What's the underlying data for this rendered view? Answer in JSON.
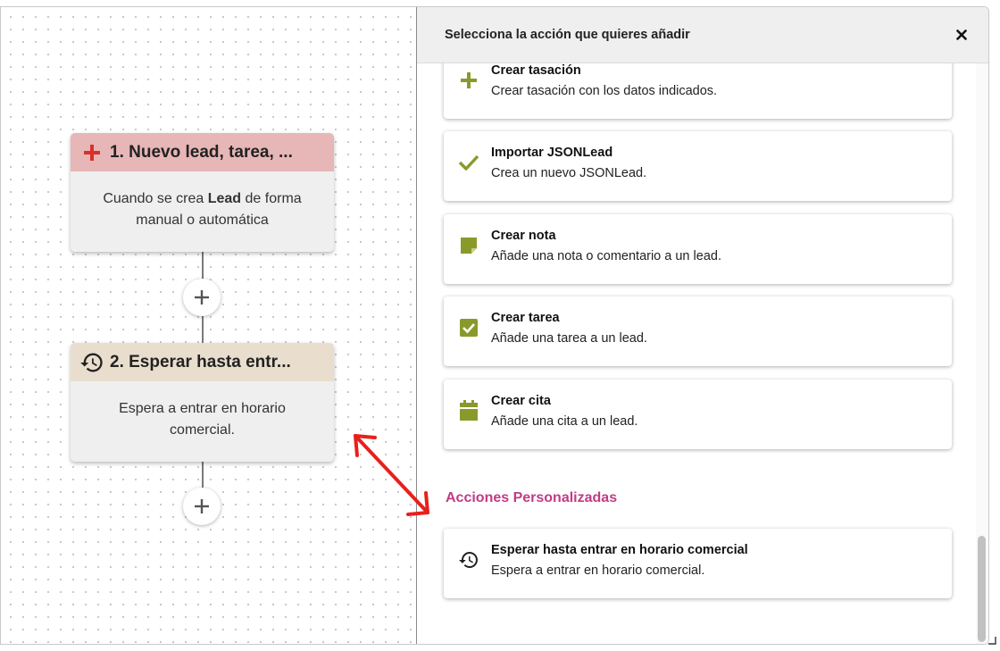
{
  "workflow": {
    "node1": {
      "title": "1.  Nuevo lead, tarea, ...",
      "body_prefix": "Cuando se crea ",
      "body_bold": "Lead",
      "body_suffix": " de forma manual o automática",
      "header_color": "#e7b6b6",
      "icon": "plus-icon",
      "icon_color": "#d9302a"
    },
    "node2": {
      "title": "2.  Esperar hasta entr...",
      "body": "Espera a entrar en horario comercial.",
      "header_color": "#e9dece",
      "icon": "history-icon"
    },
    "add_step_icon": "plus-icon"
  },
  "panel": {
    "title": "Selecciona la acción que quieres añadir",
    "close_icon": "close-icon",
    "actions": [
      {
        "title": "Crear tasación",
        "description": "Crear tasación con los datos indicados.",
        "icon": "plus-icon"
      },
      {
        "title": "Importar JSONLead",
        "description": "Crea un nuevo JSONLead.",
        "icon": "check-icon"
      },
      {
        "title": "Crear nota",
        "description": "Añade una nota o comentario a un lead.",
        "icon": "note-icon"
      },
      {
        "title": "Crear tarea",
        "description": "Añade una tarea a un lead.",
        "icon": "checkbox-icon"
      },
      {
        "title": "Crear cita",
        "description": "Añade una cita a un lead.",
        "icon": "calendar-icon"
      }
    ],
    "custom_section_title": "Acciones Personalizadas",
    "custom_actions": [
      {
        "title": "Esperar hasta entrar en horario comercial",
        "description": "Espera a entrar en horario comercial.",
        "icon": "history-icon"
      }
    ],
    "accent_color": "#8a9a2a",
    "section_color": "#c23b86"
  },
  "annotation": {
    "arrow_color": "#e8201c"
  }
}
